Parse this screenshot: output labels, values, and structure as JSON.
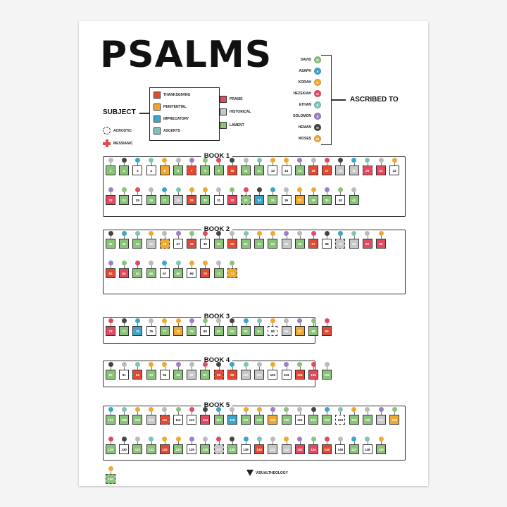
{
  "title": "PSALMS",
  "subject_label": "SUBJECT",
  "ascribed_label": "ASCRIBED TO",
  "subjects": [
    {
      "label": "THANKSGIVING",
      "color": "#e24a33"
    },
    {
      "label": "PENITENTIAL",
      "color": "#f0a930"
    },
    {
      "label": "IMPRECATORY",
      "color": "#3aa6c9"
    },
    {
      "label": "ASCENTS",
      "color": "#7fc4b8"
    },
    {
      "label": "PRAISE",
      "color": "#e24a60"
    },
    {
      "label": "HISTORICAL",
      "color": "#c8c8c8"
    },
    {
      "label": "LAMENT",
      "color": "#8cc37a"
    }
  ],
  "markers": [
    {
      "label": "ACROSTIC",
      "icon": "dashed-circle-icon"
    },
    {
      "label": "MESSIANIC",
      "icon": "red-cross-icon",
      "color": "#e24a4a"
    }
  ],
  "authors": [
    {
      "name": "DAVID",
      "letter": "D",
      "color": "#8cc37a"
    },
    {
      "name": "ASAPH",
      "letter": "A",
      "color": "#3aa6c9"
    },
    {
      "name": "KORAH",
      "letter": "K",
      "color": "#f0a930"
    },
    {
      "name": "HEZEKIAH",
      "letter": "H",
      "color": "#e24a60"
    },
    {
      "name": "ETHAN",
      "letter": "E",
      "color": "#7fc4b8"
    },
    {
      "name": "SOLOMON",
      "letter": "S",
      "color": "#9b7fc7"
    },
    {
      "name": "HEMAN",
      "letter": "H",
      "color": "#444444"
    },
    {
      "name": "MOSES",
      "letter": "M",
      "color": "#f0a930"
    }
  ],
  "books": [
    {
      "title": "BOOK 1",
      "start": 1,
      "end": 41
    },
    {
      "title": "BOOK 2",
      "start": 42,
      "end": 72
    },
    {
      "title": "BOOK 3",
      "start": 73,
      "end": 89
    },
    {
      "title": "BOOK 4",
      "start": 90,
      "end": 106
    },
    {
      "title": "BOOK 5",
      "start": 107,
      "end": 150
    }
  ],
  "footer": "VISUALTHEOLOGY"
}
